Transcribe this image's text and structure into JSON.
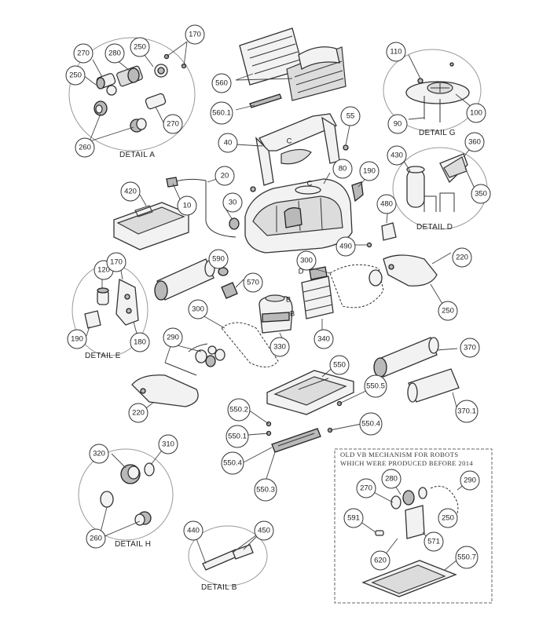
{
  "figure": {
    "type": "exploded parts diagram",
    "colors": {
      "line": "#333333",
      "fill_light": "#f2f2f2",
      "fill_dark": "#b9b9b9",
      "background": "#ffffff"
    }
  },
  "detail_labels": {
    "a": "DETAIL A",
    "b": "DETAIL B",
    "d": "DETAIL D",
    "e": "DETAIL E",
    "g": "DETAIL G",
    "h": "DETAIL H"
  },
  "old_mechanism": {
    "title_line1": "OLD VB MECHANISM FOR ROBOTS",
    "title_line2": "WHICH WERE PRODUCED BEFORE 2014"
  },
  "letter_marks": {
    "c1": "C",
    "c2": "C",
    "b1": "B",
    "b2": "B",
    "d1": "D"
  },
  "callouts": [
    {
      "id": "c270a",
      "label": "270"
    },
    {
      "id": "c250a",
      "label": "250"
    },
    {
      "id": "c280a",
      "label": "280"
    },
    {
      "id": "c250b",
      "label": "250"
    },
    {
      "id": "c170",
      "label": "170"
    },
    {
      "id": "c260a",
      "label": "260"
    },
    {
      "id": "c270b",
      "label": "270"
    },
    {
      "id": "c560",
      "label": "560"
    },
    {
      "id": "c5601",
      "label": "560.1"
    },
    {
      "id": "c110",
      "label": "110"
    },
    {
      "id": "c100",
      "label": "100"
    },
    {
      "id": "c90",
      "label": "90"
    },
    {
      "id": "c40",
      "label": "40"
    },
    {
      "id": "c55",
      "label": "55"
    },
    {
      "id": "c430",
      "label": "430"
    },
    {
      "id": "c360",
      "label": "360"
    },
    {
      "id": "c350",
      "label": "350"
    },
    {
      "id": "c420",
      "label": "420"
    },
    {
      "id": "c20",
      "label": "20"
    },
    {
      "id": "c10",
      "label": "10"
    },
    {
      "id": "c30",
      "label": "30"
    },
    {
      "id": "c80",
      "label": "80"
    },
    {
      "id": "c190a",
      "label": "190"
    },
    {
      "id": "c480",
      "label": "480"
    },
    {
      "id": "c490",
      "label": "490"
    },
    {
      "id": "c120",
      "label": "120"
    },
    {
      "id": "c170e",
      "label": "170"
    },
    {
      "id": "c190e",
      "label": "190"
    },
    {
      "id": "c180",
      "label": "180"
    },
    {
      "id": "c590",
      "label": "590"
    },
    {
      "id": "c570",
      "label": "570"
    },
    {
      "id": "c300a",
      "label": "300"
    },
    {
      "id": "c220a",
      "label": "220"
    },
    {
      "id": "c250c",
      "label": "250"
    },
    {
      "id": "c300b",
      "label": "300"
    },
    {
      "id": "c330",
      "label": "330"
    },
    {
      "id": "c340",
      "label": "340"
    },
    {
      "id": "c290",
      "label": "290"
    },
    {
      "id": "c370",
      "label": "370"
    },
    {
      "id": "c550",
      "label": "550"
    },
    {
      "id": "c5505",
      "label": "550.5"
    },
    {
      "id": "c220b",
      "label": "220"
    },
    {
      "id": "c3701",
      "label": "370.1"
    },
    {
      "id": "c5502",
      "label": "550.2"
    },
    {
      "id": "c5504a",
      "label": "550.4"
    },
    {
      "id": "c5501",
      "label": "550.1"
    },
    {
      "id": "c5504b",
      "label": "550.4"
    },
    {
      "id": "c5503",
      "label": "550.3"
    },
    {
      "id": "c320",
      "label": "320"
    },
    {
      "id": "c310",
      "label": "310"
    },
    {
      "id": "c260h",
      "label": "260"
    },
    {
      "id": "c440",
      "label": "440"
    },
    {
      "id": "c450",
      "label": "450"
    },
    {
      "id": "c280o",
      "label": "280"
    },
    {
      "id": "c270o",
      "label": "270"
    },
    {
      "id": "c290o",
      "label": "290"
    },
    {
      "id": "c250o",
      "label": "250"
    },
    {
      "id": "c591",
      "label": "591"
    },
    {
      "id": "c571",
      "label": "571"
    },
    {
      "id": "c620",
      "label": "620"
    },
    {
      "id": "c5507",
      "label": "550.7"
    }
  ]
}
